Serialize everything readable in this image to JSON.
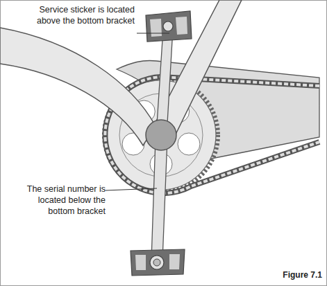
{
  "diagram": {
    "caption": "Figure 7.1",
    "labels": [
      "Service sticker is located above the bottom bracket",
      "The serial number is located below the bottom bracket"
    ]
  }
}
